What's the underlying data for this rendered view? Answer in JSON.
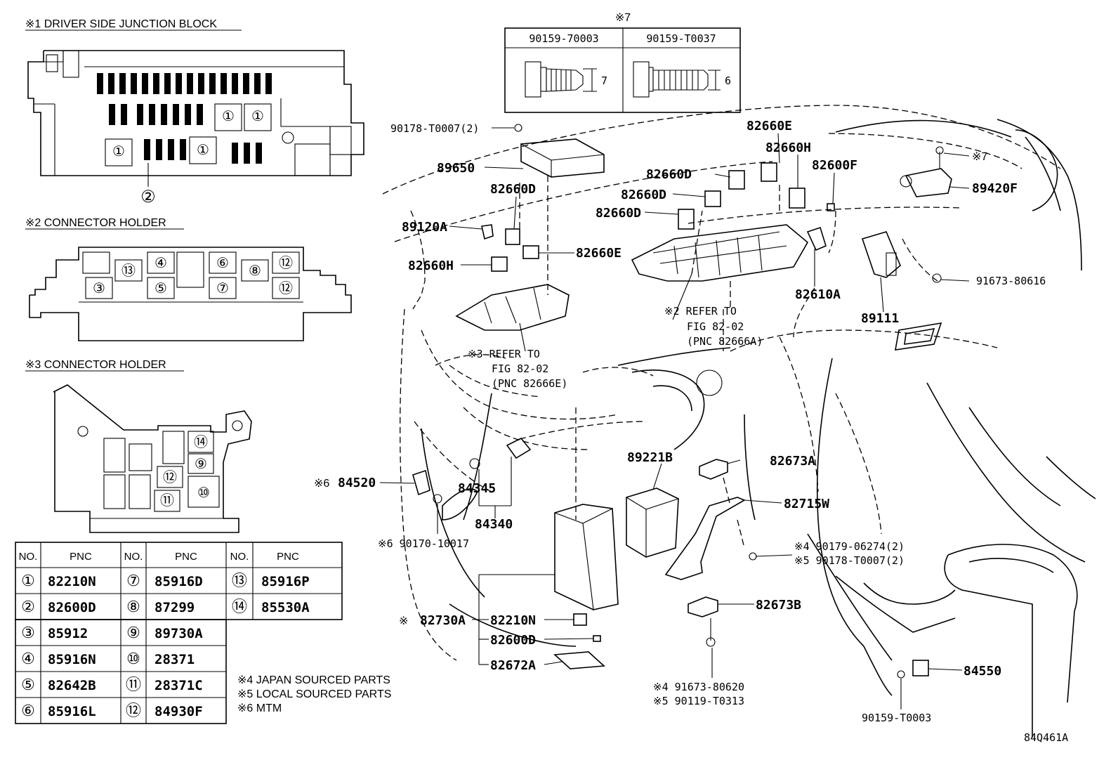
{
  "headers": {
    "h1": "※1 DRIVER SIDE JUNCTION BLOCK",
    "h2": "※2 CONNECTOR HOLDER",
    "h3": "※3 CONNECTOR HOLDER"
  },
  "bolt_box": {
    "mark": "※7",
    "left_part": "90159-70003",
    "right_part": "90159-T0037",
    "left_dim": "7",
    "right_dim": "6"
  },
  "callouts": {
    "c1": "①",
    "c2": "②",
    "c3": "③",
    "c4": "④",
    "c5": "⑤",
    "c6": "⑥",
    "c7": "⑦",
    "c8": "⑧",
    "c9": "⑨",
    "c10": "⑩",
    "c11": "⑪",
    "c12": "⑫",
    "c13": "⑬",
    "c14": "⑭"
  },
  "table": {
    "col_no": "NO.",
    "col_pnc": "PNC",
    "rows": [
      {
        "no": "①",
        "pnc": "82210N"
      },
      {
        "no": "②",
        "pnc": "82600D"
      },
      {
        "no": "③",
        "pnc": "85912"
      },
      {
        "no": "④",
        "pnc": "85916N"
      },
      {
        "no": "⑤",
        "pnc": "82642B"
      },
      {
        "no": "⑥",
        "pnc": "85916L"
      },
      {
        "no": "⑦",
        "pnc": "85916D"
      },
      {
        "no": "⑧",
        "pnc": "87299"
      },
      {
        "no": "⑨",
        "pnc": "89730A"
      },
      {
        "no": "⑩",
        "pnc": "28371"
      },
      {
        "no": "⑪",
        "pnc": "28371C"
      },
      {
        "no": "⑫",
        "pnc": "84930F"
      },
      {
        "no": "⑬",
        "pnc": "85916P"
      },
      {
        "no": "⑭",
        "pnc": "85530A"
      }
    ]
  },
  "notes": {
    "n4": "※4 JAPAN SOURCED PARTS",
    "n5": "※5 LOCAL SOURCED PARTS",
    "n6": "※6 MTM"
  },
  "labels": {
    "p90178_top": "90178-T0007(2)",
    "p89650": "89650",
    "p82660E_top": "82660E",
    "p82660H_top": "82660H",
    "p82600F": "82600F",
    "p82660D_a": "82660D",
    "p82660D_b": "82660D",
    "p82660D_c": "82660D",
    "p82660D_d": "82660D",
    "p89120A": "89120A",
    "p82660E_mid": "82660E",
    "p82660H_mid": "82660H",
    "p7_right": "※7",
    "p89420F": "89420F",
    "p91673_80616": "91673-80616",
    "p82610A": "82610A",
    "p89111": "89111",
    "ref2_a": "※2 REFER TO",
    "ref2_b": "FIG 82-02",
    "ref2_c": "(PNC 82666A)",
    "ref3_a": "※3 REFER TO",
    "ref3_b": "FIG 82-02",
    "ref3_c": "(PNC 82666E)",
    "p89221B": "89221B",
    "p82673A": "82673A",
    "p84520_mark": "※6",
    "p84520": "84520",
    "p84345": "84345",
    "p84340": "84340",
    "p82715W": "82715W",
    "p90170": "※6 90170-10017",
    "p90179": "※4 90179-06274(2)",
    "p90178_low": "※5 90178-T0007(2)",
    "p82730A_mark": "※",
    "p82730A": "82730A",
    "p82210N": "82210N",
    "p82600D": "82600D",
    "p82672A": "82672A",
    "p82673B": "82673B",
    "p91673_80620": "※4 91673-80620",
    "p90119": "※5 90119-T0313",
    "p84550": "84550",
    "p90159_T0003": "90159-T0003",
    "fig_id": "84Q461A"
  }
}
